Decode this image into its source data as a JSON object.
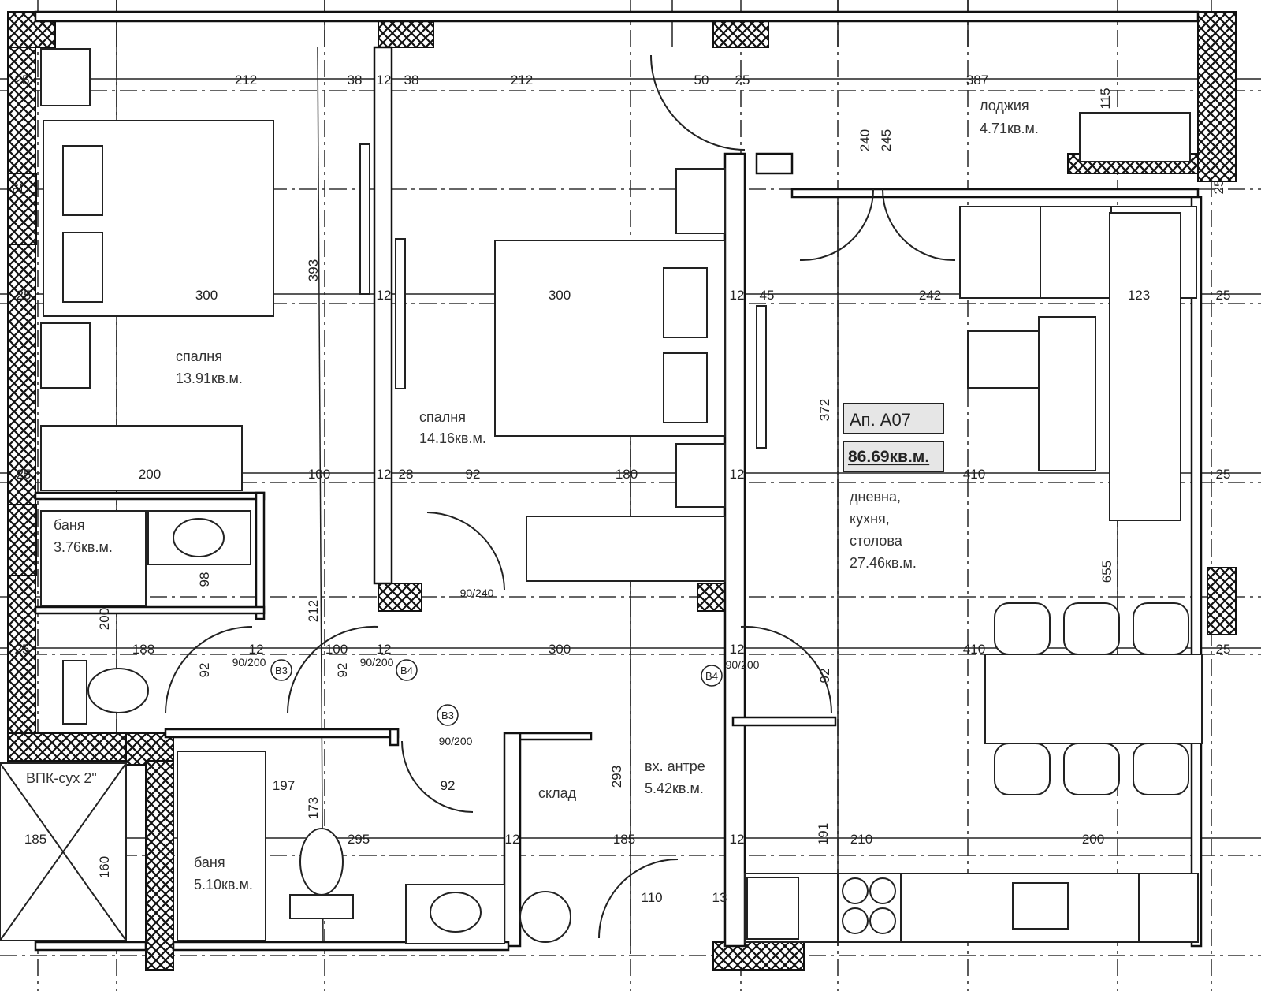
{
  "apartment": {
    "id_label": "Ап. А07",
    "area_label": "86.69кв.м."
  },
  "rooms": [
    {
      "name": "спалня",
      "area": "13.91кв.м."
    },
    {
      "name": "спалня",
      "area": "14.16кв.м."
    },
    {
      "name": "баня",
      "area": "3.76кв.м."
    },
    {
      "name": "баня",
      "area": "5.10кв.м."
    },
    {
      "name": "склад",
      "area": ""
    },
    {
      "name": "вх. антре",
      "area": "5.42кв.м."
    },
    {
      "name": "дневна,\nкухня,\nстолова",
      "area": "27.46кв.м."
    },
    {
      "name": "лоджия",
      "area": "4.71кв.м."
    }
  ],
  "living_lines": [
    "дневна,",
    "кухня,",
    "столова",
    "27.46кв.м."
  ],
  "shaft_label": "ВПК-сух 2\"",
  "door_tags": [
    "B3",
    "B4",
    "B4",
    "B3"
  ],
  "door_sizes": [
    "90/200",
    "90/200",
    "90/200",
    "90/200",
    "90/240"
  ],
  "dimensions_horizontal": [
    "25",
    "212",
    "38",
    "12",
    "38",
    "212",
    "50",
    "25",
    "387",
    "300",
    "12",
    "300",
    "12",
    "45",
    "242",
    "123",
    "25",
    "25",
    "200",
    "100",
    "12",
    "28",
    "92",
    "180",
    "12",
    "410",
    "25",
    "25",
    "25",
    "188",
    "12",
    "100",
    "12",
    "300",
    "12",
    "410",
    "25",
    "185",
    "295",
    "12",
    "185",
    "12",
    "210",
    "200",
    "197",
    "92",
    "110",
    "13"
  ],
  "dimensions_vertical": [
    "393",
    "212",
    "372",
    "655",
    "293",
    "173",
    "191",
    "160",
    "92",
    "92",
    "92",
    "98",
    "200",
    "240",
    "245",
    "115",
    "25",
    "25"
  ],
  "colors": {
    "line": "#222222",
    "label_box": "#e6e6e6",
    "background": "#ffffff"
  }
}
